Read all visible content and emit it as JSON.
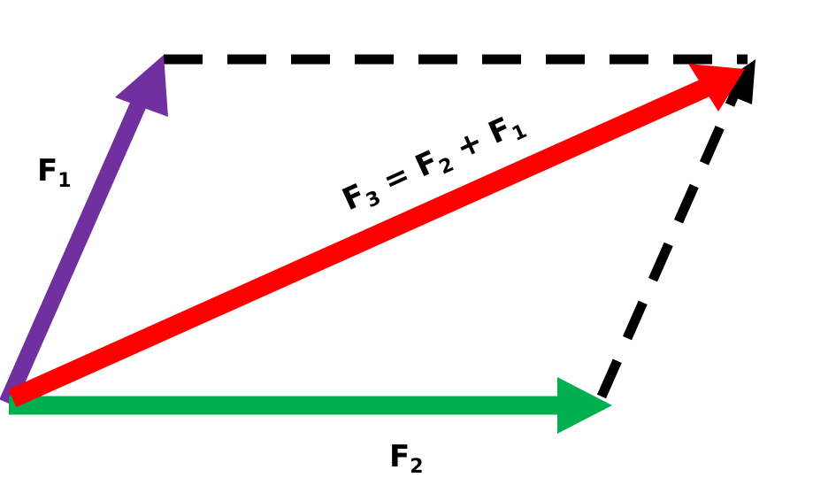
{
  "colors": {
    "f1": "#7030a0",
    "f2": "#00b050",
    "f3": "#ff0000",
    "dashed": "#000000",
    "label": "#000000"
  },
  "labels": {
    "f1": {
      "main": "F",
      "sub": "1"
    },
    "f2": {
      "main": "F",
      "sub": "2"
    },
    "f3": {
      "main": "F",
      "sub": "3",
      "eq": " = ",
      "term1": "F",
      "term1_sub": "2",
      "plus": " + ",
      "term2": "F",
      "term2_sub": "1"
    }
  }
}
